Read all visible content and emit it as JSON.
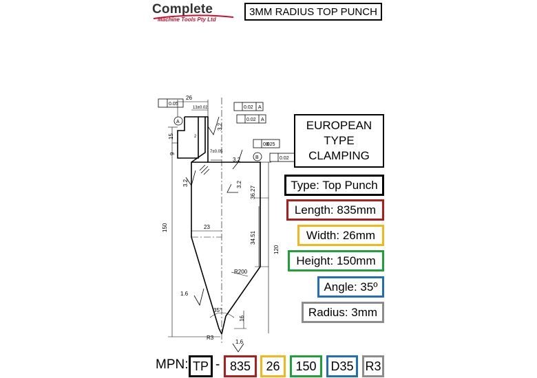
{
  "logo": {
    "main": "Complete",
    "sub": "Machine Tools Pty Ltd"
  },
  "title": "3MM RADIUS TOP PUNCH",
  "clamping": {
    "line1": "EUROPEAN",
    "line2": "TYPE",
    "line3": "CLAMPING"
  },
  "specs": {
    "type": "Type: Top Punch",
    "length": "Length: 835mm",
    "width": "Width: 26mm",
    "height": "Height: 150mm",
    "angle": "Angle: 35º",
    "radius": "Radius: 3mm"
  },
  "mpn": {
    "label": "MPN:",
    "dash": "-",
    "codes": [
      "TP",
      "835",
      "26",
      "150",
      "D35",
      "R3"
    ]
  },
  "drawing": {
    "dim_width": "26",
    "dim_13": "13±0.02",
    "dim_15": "15",
    "dim_9": "9",
    "dim_150": "150",
    "dim_120": "120",
    "dim_36": "36.27",
    "dim_34": "34.51",
    "dim_23": "23",
    "dim_16": "16",
    "dim_7": "7±0.05",
    "dim_r200": "R200",
    "dim_r3": "R3",
    "dim_35": "35°",
    "dim_32a": "3.2",
    "dim_32b": "3.2",
    "dim_32c": "3.2",
    "dim_32d": "3.2",
    "dim_16a": "1.6",
    "dim_16b": "1.6",
    "dim_2": "2",
    "tol_flat": "0.05",
    "tol_par1": "0.02",
    "tol_par2": "0.02",
    "tol_025": "0.025",
    "tol_perp": "0.02",
    "datum_a": "A",
    "datum_b": "B",
    "ref_a1": "A",
    "ref_a2": "A",
    "ref_b": "B"
  },
  "colors": {
    "type": "#000000",
    "length": "#b01c1c",
    "width": "#f2b81b",
    "height": "#1fa13a",
    "angle": "#1f6fb8",
    "radius": "#8c8c8c",
    "brand_red": "#c8102e"
  }
}
